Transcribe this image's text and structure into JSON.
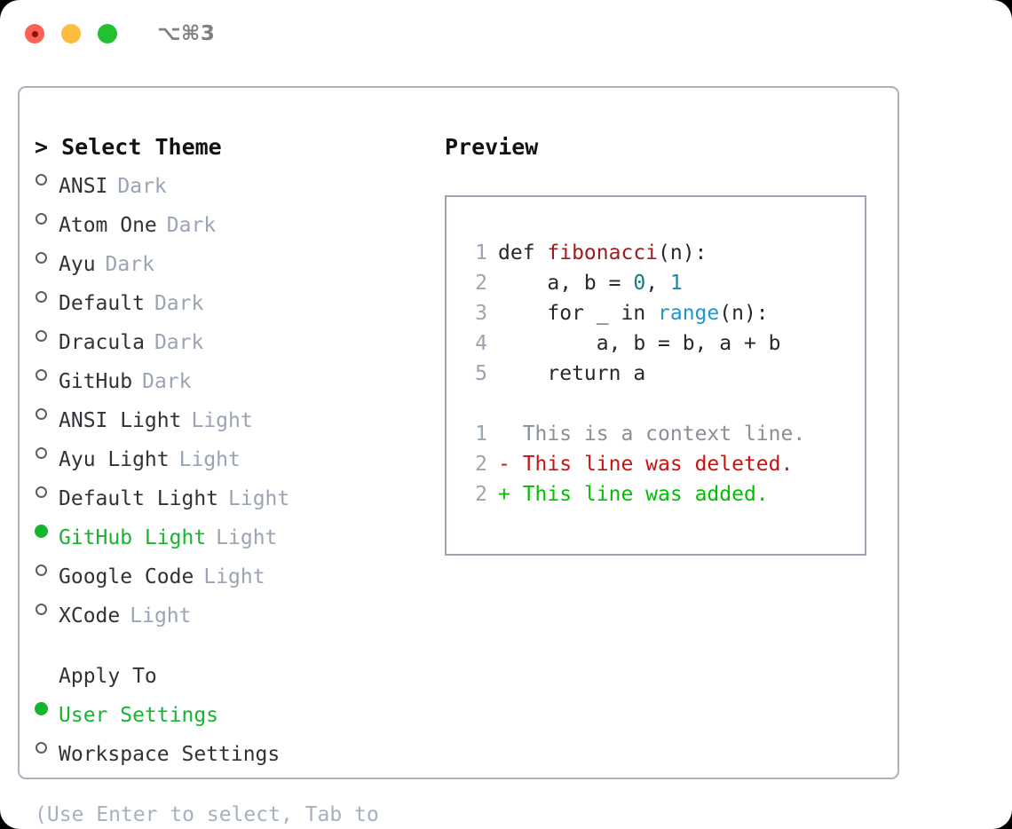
{
  "titlebar": {
    "shortcut": "⌥⌘3",
    "buttons": [
      "close",
      "minimize",
      "maximize"
    ]
  },
  "theme_picker": {
    "header": "> Select Theme",
    "items": [
      {
        "marker": "empty",
        "label": "ANSI",
        "badge": "Dark",
        "selected": false
      },
      {
        "marker": "empty",
        "label": "Atom One",
        "badge": "Dark",
        "selected": false
      },
      {
        "marker": "empty",
        "label": "Ayu",
        "badge": "Dark",
        "selected": false
      },
      {
        "marker": "empty",
        "label": "Default",
        "badge": "Dark",
        "selected": false
      },
      {
        "marker": "empty",
        "label": "Dracula",
        "badge": "Dark",
        "selected": false
      },
      {
        "marker": "empty",
        "label": "GitHub",
        "badge": "Dark",
        "selected": false
      },
      {
        "marker": "empty",
        "label": "ANSI Light",
        "badge": "Light",
        "selected": false
      },
      {
        "marker": "empty",
        "label": "Ayu Light",
        "badge": "Light",
        "selected": false
      },
      {
        "marker": "empty",
        "label": "Default Light",
        "badge": "Light",
        "selected": false
      },
      {
        "marker": "filled",
        "label": "GitHub Light",
        "badge": "Light",
        "selected": true
      },
      {
        "marker": "empty",
        "label": "Google Code",
        "badge": "Light",
        "selected": false
      },
      {
        "marker": "empty",
        "label": "XCode",
        "badge": "Light",
        "selected": false
      }
    ]
  },
  "apply_to": {
    "header": "Apply To",
    "items": [
      {
        "marker": "filled",
        "label": "User Settings",
        "selected": true
      },
      {
        "marker": "empty",
        "label": "Workspace Settings",
        "selected": false
      }
    ]
  },
  "hint": "(Use Enter to select, Tab to change focus)",
  "preview": {
    "title": "Preview",
    "code_lines": [
      {
        "no": "1",
        "indent": "",
        "segments": [
          {
            "text": "def ",
            "style": "plain"
          },
          {
            "text": "fibonacci",
            "style": "func"
          },
          {
            "text": "(n):",
            "style": "plain"
          }
        ]
      },
      {
        "no": "2",
        "indent": "",
        "segments": [
          {
            "text": "    a, b = ",
            "style": "plain"
          },
          {
            "text": "0",
            "style": "num0"
          },
          {
            "text": ", ",
            "style": "plain"
          },
          {
            "text": "1",
            "style": "num1"
          }
        ]
      },
      {
        "no": "3",
        "indent": "",
        "segments": [
          {
            "text": "    for _ in ",
            "style": "plain"
          },
          {
            "text": "range",
            "style": "builtin"
          },
          {
            "text": "(n):",
            "style": "plain"
          }
        ]
      },
      {
        "no": "4",
        "indent": "",
        "segments": [
          {
            "text": "        a, b = b, a + b",
            "style": "plain"
          }
        ]
      },
      {
        "no": "5",
        "indent": "",
        "segments": [
          {
            "text": "    return a",
            "style": "plain"
          }
        ]
      }
    ],
    "diff_lines": [
      {
        "no": "1",
        "kind": "context",
        "prefix": "  ",
        "text": "This is a context line."
      },
      {
        "no": "2",
        "kind": "del",
        "prefix": "- ",
        "text": "This line was deleted."
      },
      {
        "no": "2",
        "kind": "add",
        "prefix": "+ ",
        "text": "This line was added."
      }
    ]
  },
  "colors": {
    "selected_green": "#17b52e",
    "badge_gray": "#9aa4b2",
    "border": "#aab2bd",
    "diff_add": "#00c000",
    "diff_del": "#cc1111",
    "func_red": "#a01b1b",
    "builtin_blue": "#2196cf"
  }
}
